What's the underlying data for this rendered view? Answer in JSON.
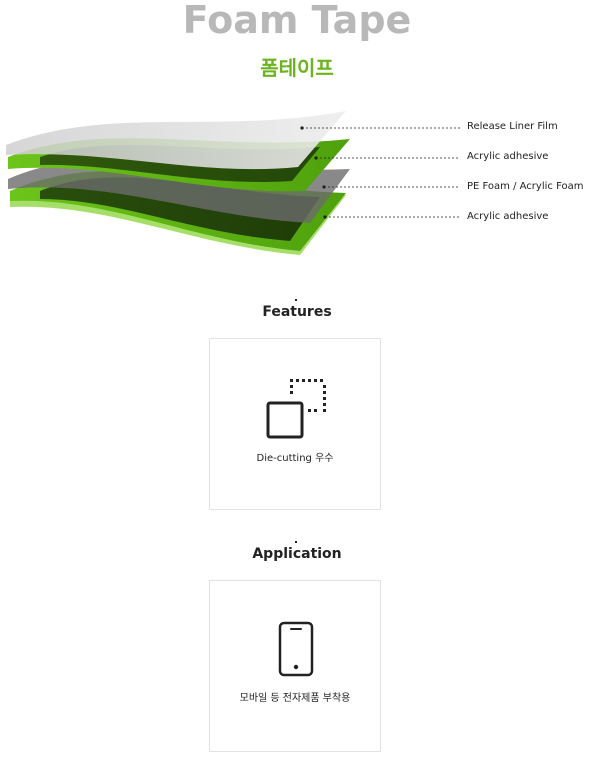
{
  "header": {
    "title_en": "Foam Tape",
    "title_ko": "폼테이프"
  },
  "diagram": {
    "layers": [
      {
        "label": "Release Liner Film",
        "color": "#d9d9d9"
      },
      {
        "label": "Acrylic adhesive",
        "color": "#5cb30f"
      },
      {
        "label": "PE Foam / Acrylic Foam",
        "color": "#666666"
      },
      {
        "label": "Acrylic adhesive",
        "color": "#5cb30f"
      }
    ]
  },
  "features": {
    "title": "Features",
    "items": [
      {
        "icon": "die-cutting-icon",
        "label": "Die-cutting 우수"
      }
    ]
  },
  "application": {
    "title": "Application",
    "items": [
      {
        "icon": "smartphone-icon",
        "label": "모바일 등 전자제품 부착용"
      }
    ]
  },
  "colors": {
    "accent": "#6cb41e",
    "title_gray": "#b8b8b8"
  }
}
